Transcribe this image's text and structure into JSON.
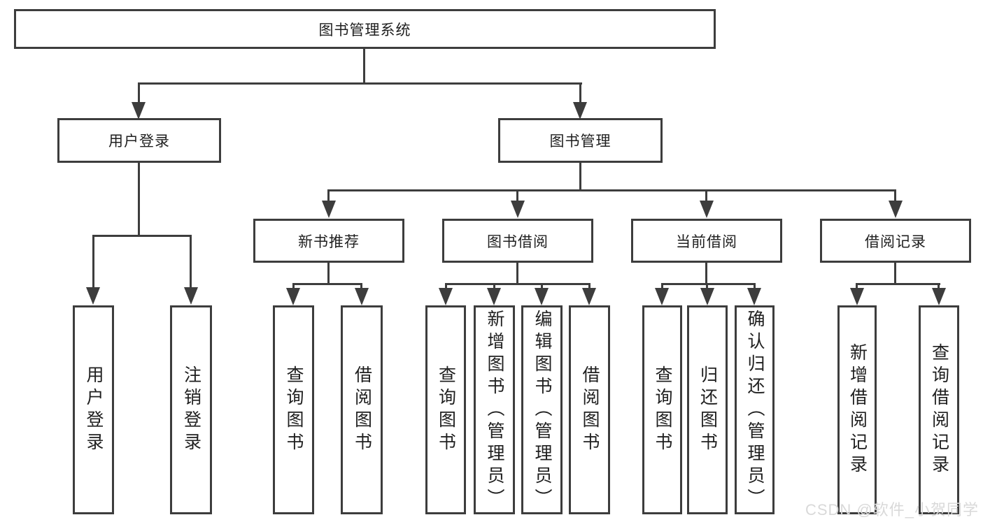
{
  "diagram": {
    "root": "图书管理系统",
    "branches": [
      {
        "label": "用户登录",
        "leaves": [
          "用户登录",
          "注销登录"
        ]
      },
      {
        "label": "图书管理",
        "children": [
          {
            "label": "新书推荐",
            "leaves": [
              "查询图书",
              "借阅图书"
            ]
          },
          {
            "label": "图书借阅",
            "leaves": [
              "查询图书",
              "新增图书（管理员）",
              "编辑图书（管理员）",
              "借阅图书"
            ]
          },
          {
            "label": "当前借阅",
            "leaves": [
              "查询图书",
              "归还图书",
              "确认归还（管理员）"
            ]
          },
          {
            "label": "借阅记录",
            "leaves": [
              "新增借阅记录",
              "查询借阅记录"
            ]
          }
        ]
      }
    ]
  },
  "watermark": "CSDN @软件_小贺同学",
  "colors": {
    "line": "#3d3d3d",
    "text": "#1f1f1f",
    "watermark": "#d9d9d9",
    "background": "#ffffff"
  }
}
